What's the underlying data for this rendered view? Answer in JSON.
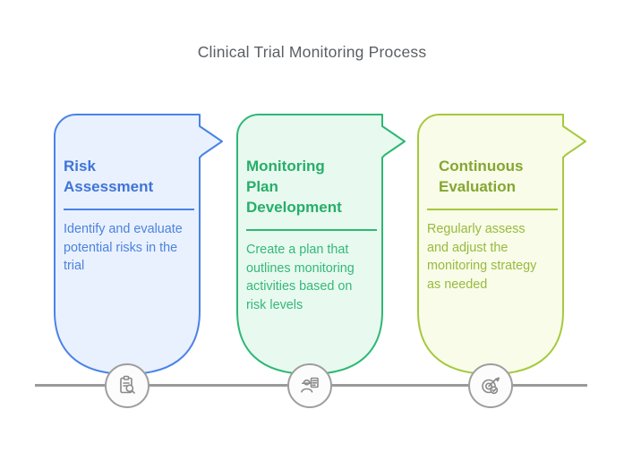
{
  "page": {
    "title": "Clinical Trial Monitoring Process"
  },
  "steps": [
    {
      "title": "Risk\nAssessment",
      "description": "Identify and evaluate\npotential risks in the\ntrial",
      "icon": "clipboard-search-icon",
      "colors": {
        "accent": "#4a82e8",
        "fill": "#e9f1fe",
        "title": "#3f74d7",
        "text": "#4d82dd"
      }
    },
    {
      "title": "Monitoring\nPlan\nDevelopment",
      "description": "Create a plan that\noutlines monitoring\nactivities based on\nrisk levels",
      "icon": "person-checklist-icon",
      "colors": {
        "accent": "#2db873",
        "fill": "#e8f9f0",
        "title": "#27ae68",
        "text": "#35b878"
      }
    },
    {
      "title": "Continuous\nEvaluation",
      "description": "Regularly assess\nand adjust the\nmonitoring strategy\nas needed",
      "icon": "target-arrow-check-icon",
      "colors": {
        "accent": "#a5c93d",
        "fill": "#f8fce9",
        "title": "#85a630",
        "text": "#99ba3e"
      }
    }
  ],
  "timeline": {
    "line_color": "#9a9a9a",
    "node_border_color": "#9e9e9e",
    "node_fill_color": "#fcfcfc",
    "icon_color": "#8a8a8a"
  }
}
